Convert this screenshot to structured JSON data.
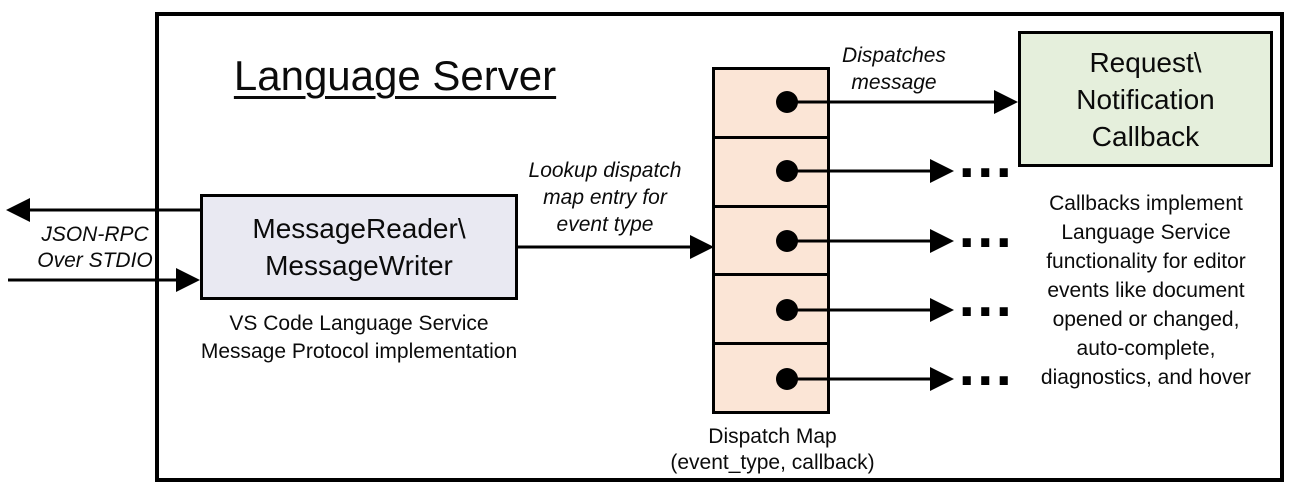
{
  "title": "Language Server",
  "left_channel": {
    "line1": "JSON-RPC",
    "line2": "Over STDIO"
  },
  "message_reader_box": {
    "line1": "MessageReader\\",
    "line2": "MessageWriter"
  },
  "message_reader_caption": {
    "line1": "VS Code Language Service",
    "line2": "Message Protocol implementation"
  },
  "lookup_label": {
    "line1": "Lookup dispatch",
    "line2": "map entry for",
    "line3": "event type"
  },
  "dispatches_label": {
    "line1": "Dispatches",
    "line2": "message"
  },
  "callback_box": {
    "line1": "Request\\",
    "line2": "Notification",
    "line3": "Callback"
  },
  "dispatch_map": {
    "cell_count": 5
  },
  "dispatch_map_caption": {
    "line1": "Dispatch Map",
    "line2": "(event_type, callback)"
  },
  "callbacks_note": {
    "line1": "Callbacks implement",
    "line2": "Language Service",
    "line3": "functionality for editor",
    "line4": "events like document",
    "line5": "opened or changed,",
    "line6": "auto-complete,",
    "line7": "diagnostics, and hover"
  },
  "ellipsis": "...",
  "colors": {
    "dispatch_cell_fill": "#FBE5D6",
    "message_reader_fill": "#E9E9F2",
    "callback_fill": "#E5EFDC",
    "stroke": "#000000"
  }
}
